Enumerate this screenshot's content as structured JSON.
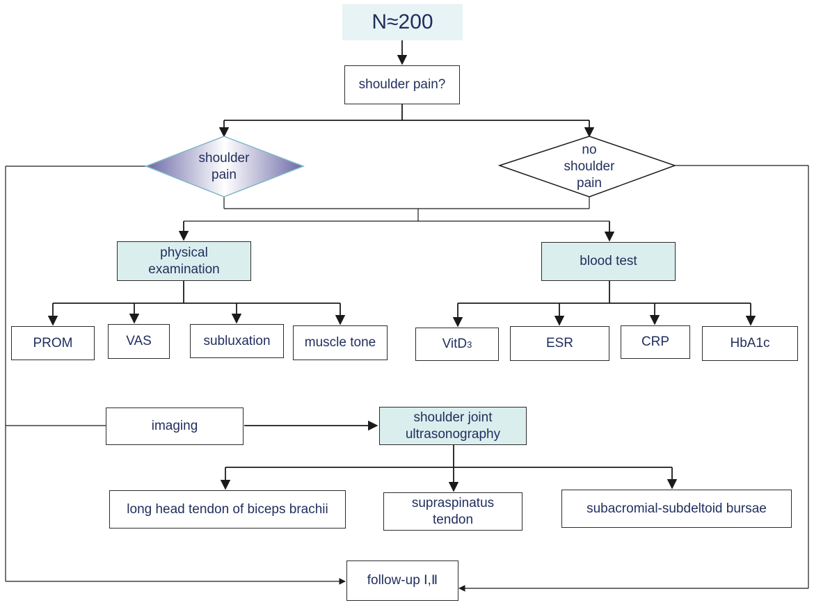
{
  "start": "N≈200",
  "question": "shoulder pain?",
  "branches": {
    "yes": [
      "shoulder",
      "pain"
    ],
    "no": [
      "no",
      "shoulder",
      "pain"
    ]
  },
  "physical": {
    "title": [
      "physical",
      "examination"
    ],
    "items": [
      "PROM",
      "VAS",
      "subluxation",
      "muscle tone"
    ]
  },
  "blood": {
    "title": "blood test",
    "items": {
      "vitd_main": "VitD",
      "vitd_sub": "3",
      "esr": "ESR",
      "crp": "CRP",
      "hba1c": "HbA1c"
    }
  },
  "imaging": {
    "label": "imaging",
    "ultrasound": [
      "shoulder joint",
      "ultrasonography"
    ],
    "items": {
      "biceps": "long head tendon of biceps brachii",
      "supraspinatus": [
        "supraspinatus",
        "tendon"
      ],
      "bursae": "subacromial-subdeltoid bursae"
    }
  },
  "followup": "follow-up Ⅰ,Ⅱ",
  "colors": {
    "text": "#1f2d5c",
    "box_fill": "#dbeeee",
    "top_fill": "#e7f3f4",
    "diamond_gradient": [
      "#6d6aa8",
      "#ffffff"
    ]
  }
}
